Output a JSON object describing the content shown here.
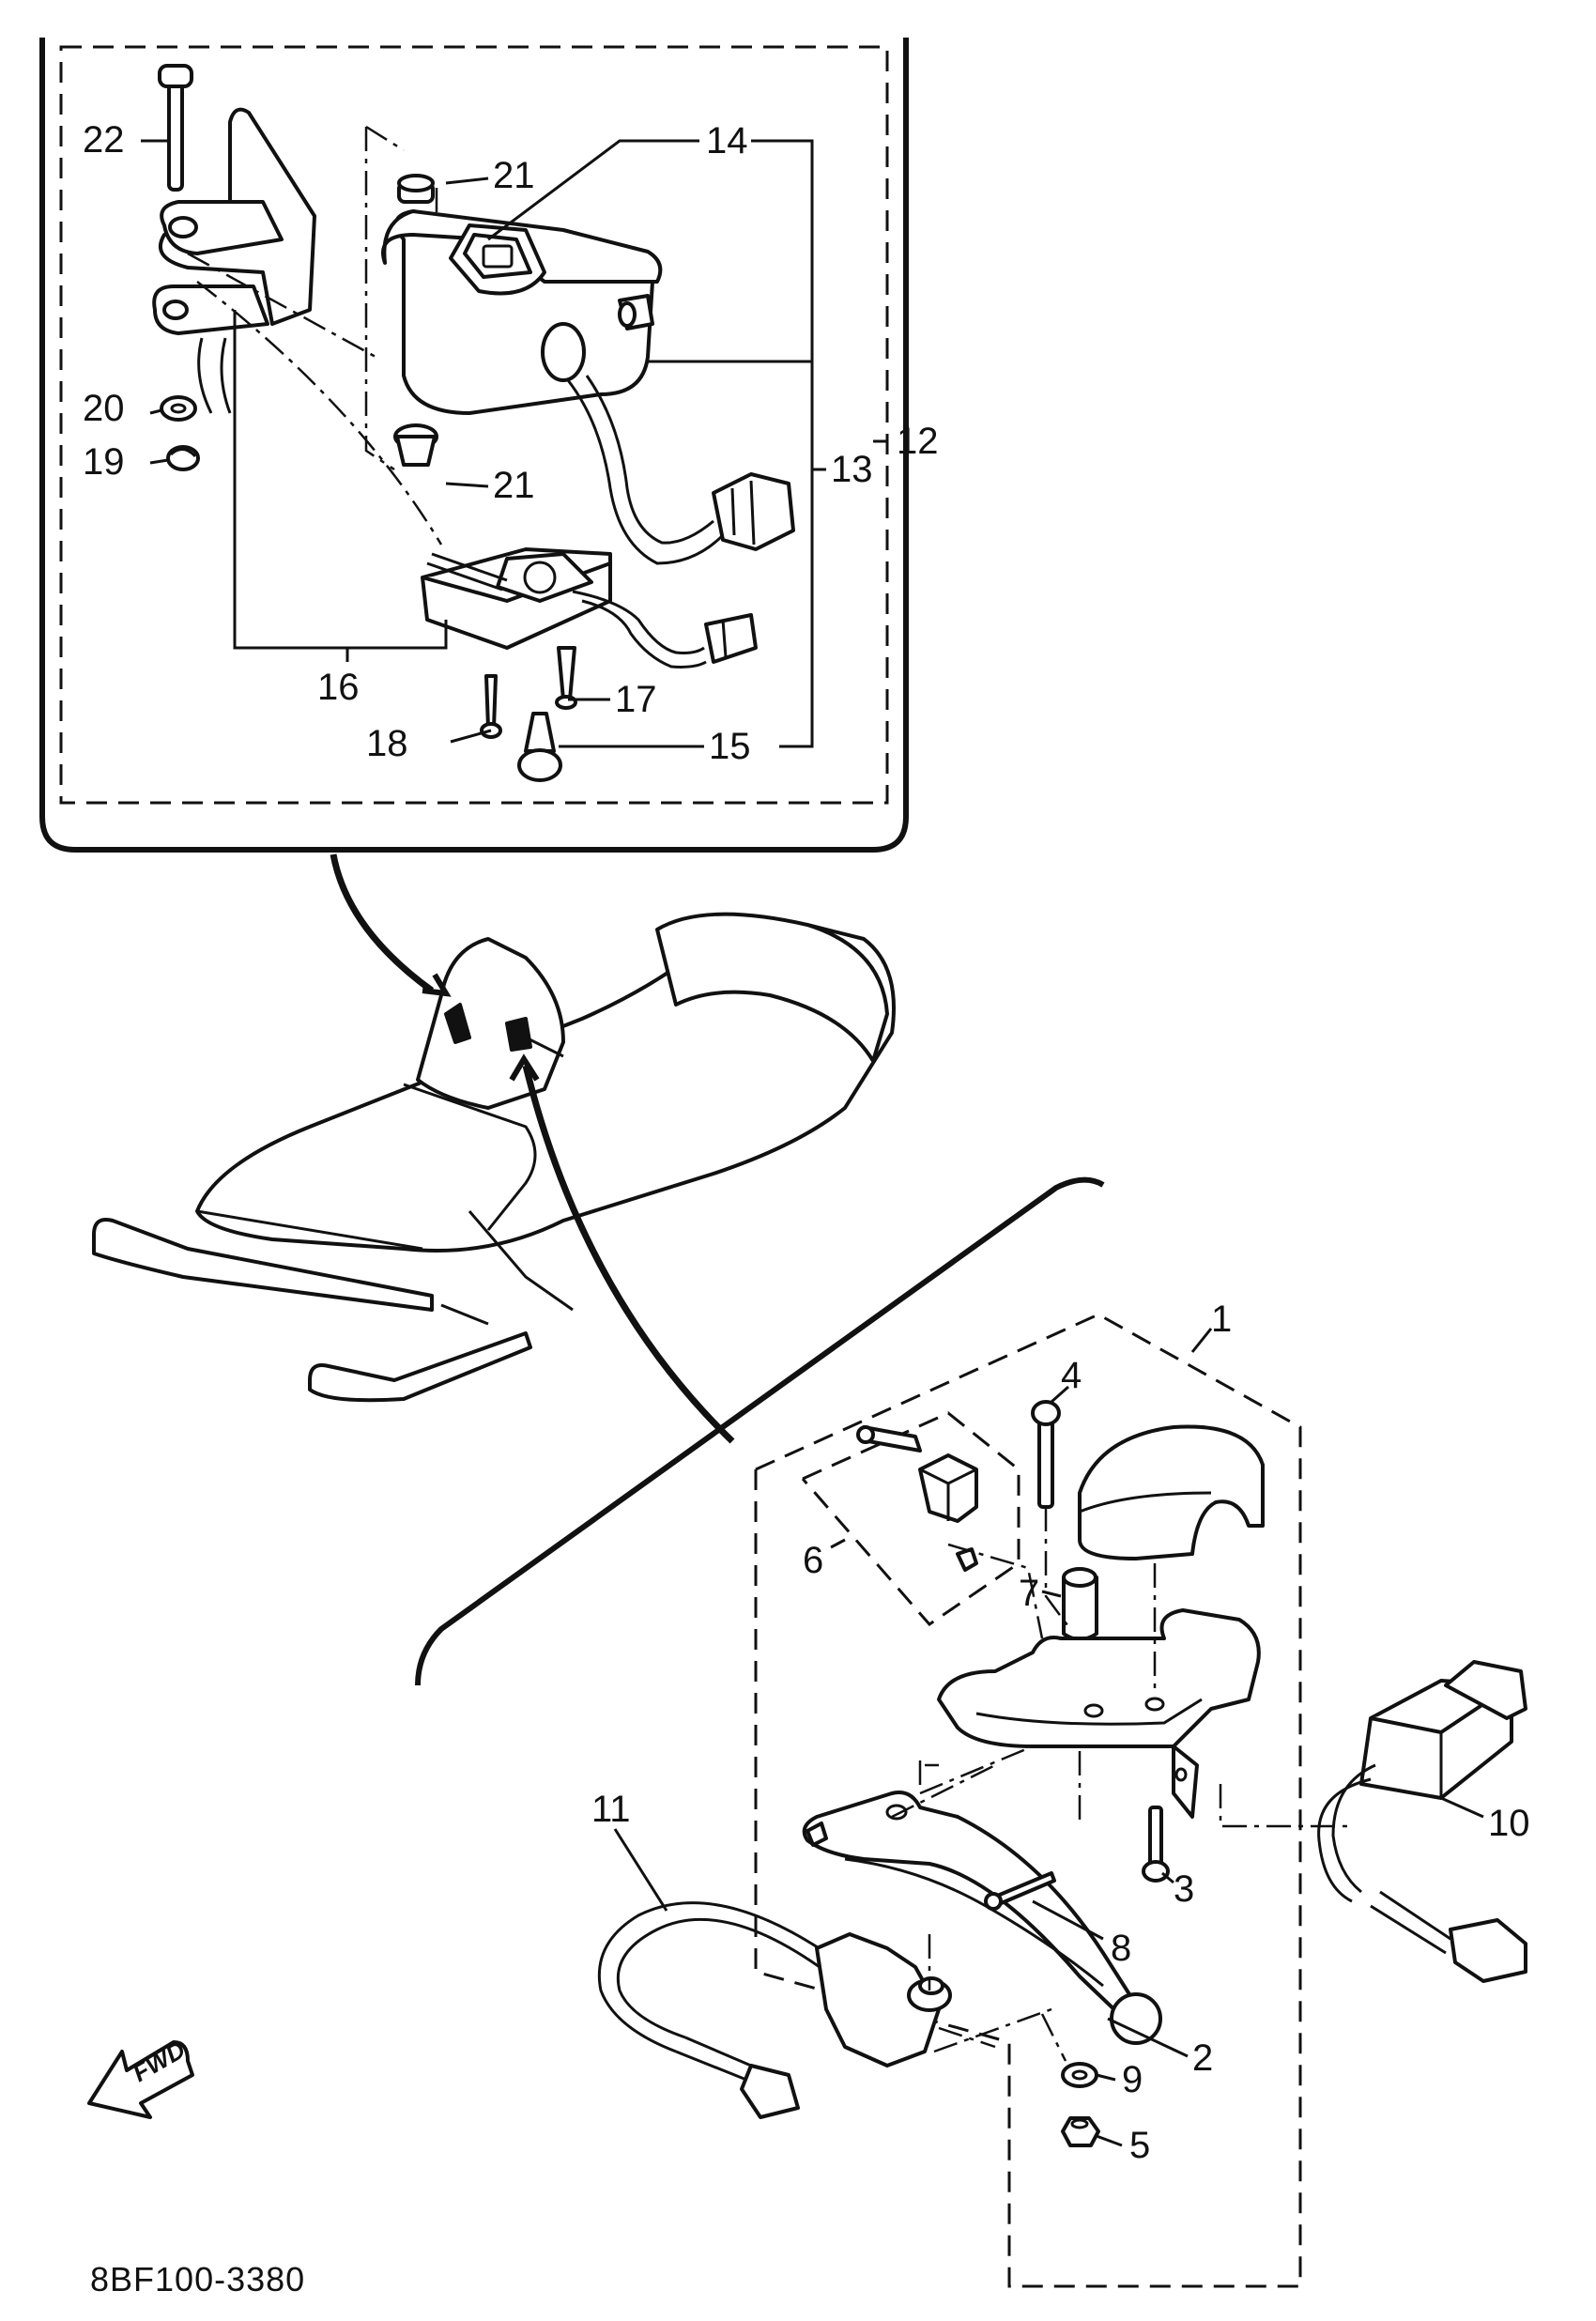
{
  "diagram_code": "8BF100-3380",
  "forward_label": "FWD",
  "callouts": [
    {
      "id": "c1",
      "label": "1"
    },
    {
      "id": "c2",
      "label": "2"
    },
    {
      "id": "c3",
      "label": "3"
    },
    {
      "id": "c4",
      "label": "4"
    },
    {
      "id": "c5",
      "label": "5"
    },
    {
      "id": "c6",
      "label": "6"
    },
    {
      "id": "c7",
      "label": "7"
    },
    {
      "id": "c8",
      "label": "8"
    },
    {
      "id": "c9",
      "label": "9"
    },
    {
      "id": "c10",
      "label": "10"
    },
    {
      "id": "c11",
      "label": "11"
    },
    {
      "id": "c12",
      "label": "12"
    },
    {
      "id": "c13",
      "label": "13"
    },
    {
      "id": "c14",
      "label": "14"
    },
    {
      "id": "c15",
      "label": "15"
    },
    {
      "id": "c16",
      "label": "16"
    },
    {
      "id": "c17",
      "label": "17"
    },
    {
      "id": "c18",
      "label": "18"
    },
    {
      "id": "c19",
      "label": "19"
    },
    {
      "id": "c20",
      "label": "20"
    },
    {
      "id": "c21a",
      "label": "21"
    },
    {
      "id": "c21b",
      "label": "21"
    },
    {
      "id": "c22",
      "label": "22"
    }
  ]
}
